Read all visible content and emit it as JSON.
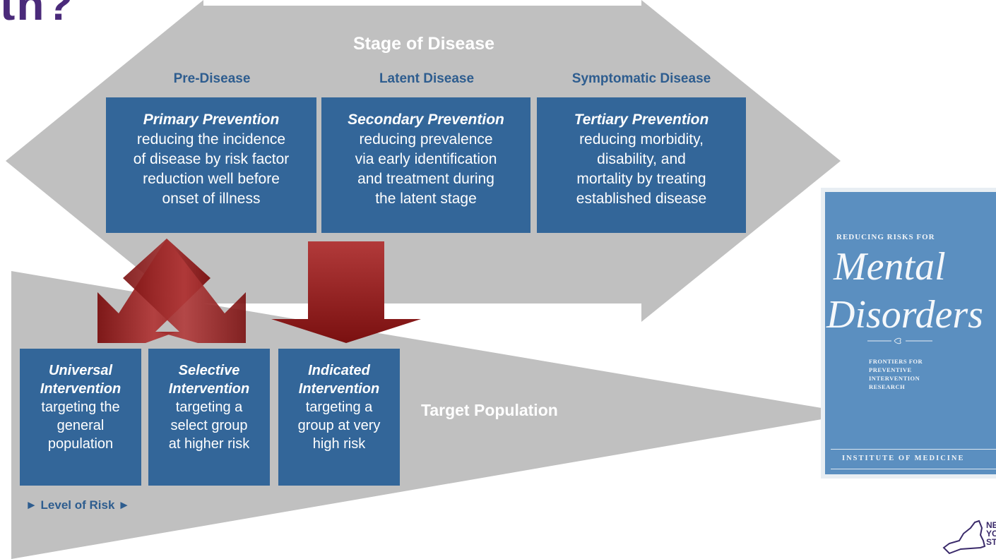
{
  "title_fragment": "th?",
  "diagram": {
    "stage_title": "Stage of Disease",
    "stages": [
      {
        "label": "Pre-Disease",
        "box_title": "Primary Prevention",
        "box_lines": [
          "reducing the incidence",
          "of disease by risk factor",
          "reduction well before",
          "onset of illness"
        ]
      },
      {
        "label": "Latent Disease",
        "box_title": "Secondary Prevention",
        "box_lines": [
          "reducing prevalence",
          "via early identification",
          "and treatment during",
          "the latent stage"
        ]
      },
      {
        "label": "Symptomatic Disease",
        "box_title": "Tertiary Prevention",
        "box_lines": [
          "reducing morbidity,",
          "disability, and",
          "mortality by treating",
          "established disease"
        ]
      }
    ],
    "interventions": [
      {
        "title_lines": [
          "Universal",
          "Intervention"
        ],
        "desc_lines": [
          "targeting the",
          "general",
          "population"
        ]
      },
      {
        "title_lines": [
          "Selective",
          "Intervention"
        ],
        "desc_lines": [
          "targeting a",
          "select group",
          "at higher risk"
        ]
      },
      {
        "title_lines": [
          "Indicated",
          "Intervention"
        ],
        "desc_lines": [
          "targeting a",
          "group at very",
          "high risk"
        ]
      }
    ],
    "target_population_label": "Target Population",
    "level_of_risk_label": "► Level of Risk ►"
  },
  "book_cover": {
    "top_text": "Reducing Risks for",
    "title_line1": "Mental",
    "title_line2": "Disorders",
    "subtitle_lines": [
      "Frontiers for",
      "Preventive",
      "Intervention",
      "Research"
    ],
    "publisher": "INSTITUTE OF MEDICINE"
  },
  "logo": {
    "icon": "new-york-state-logo-icon",
    "text_lines": [
      "NE",
      "YO",
      "ST"
    ]
  },
  "colors": {
    "box_blue": "#336699",
    "arrow_gray": "#c0c0c0",
    "arrow_red": "#8b1a1a",
    "label_blue": "#2e5d8f",
    "title_purple": "#4a2a7a"
  }
}
